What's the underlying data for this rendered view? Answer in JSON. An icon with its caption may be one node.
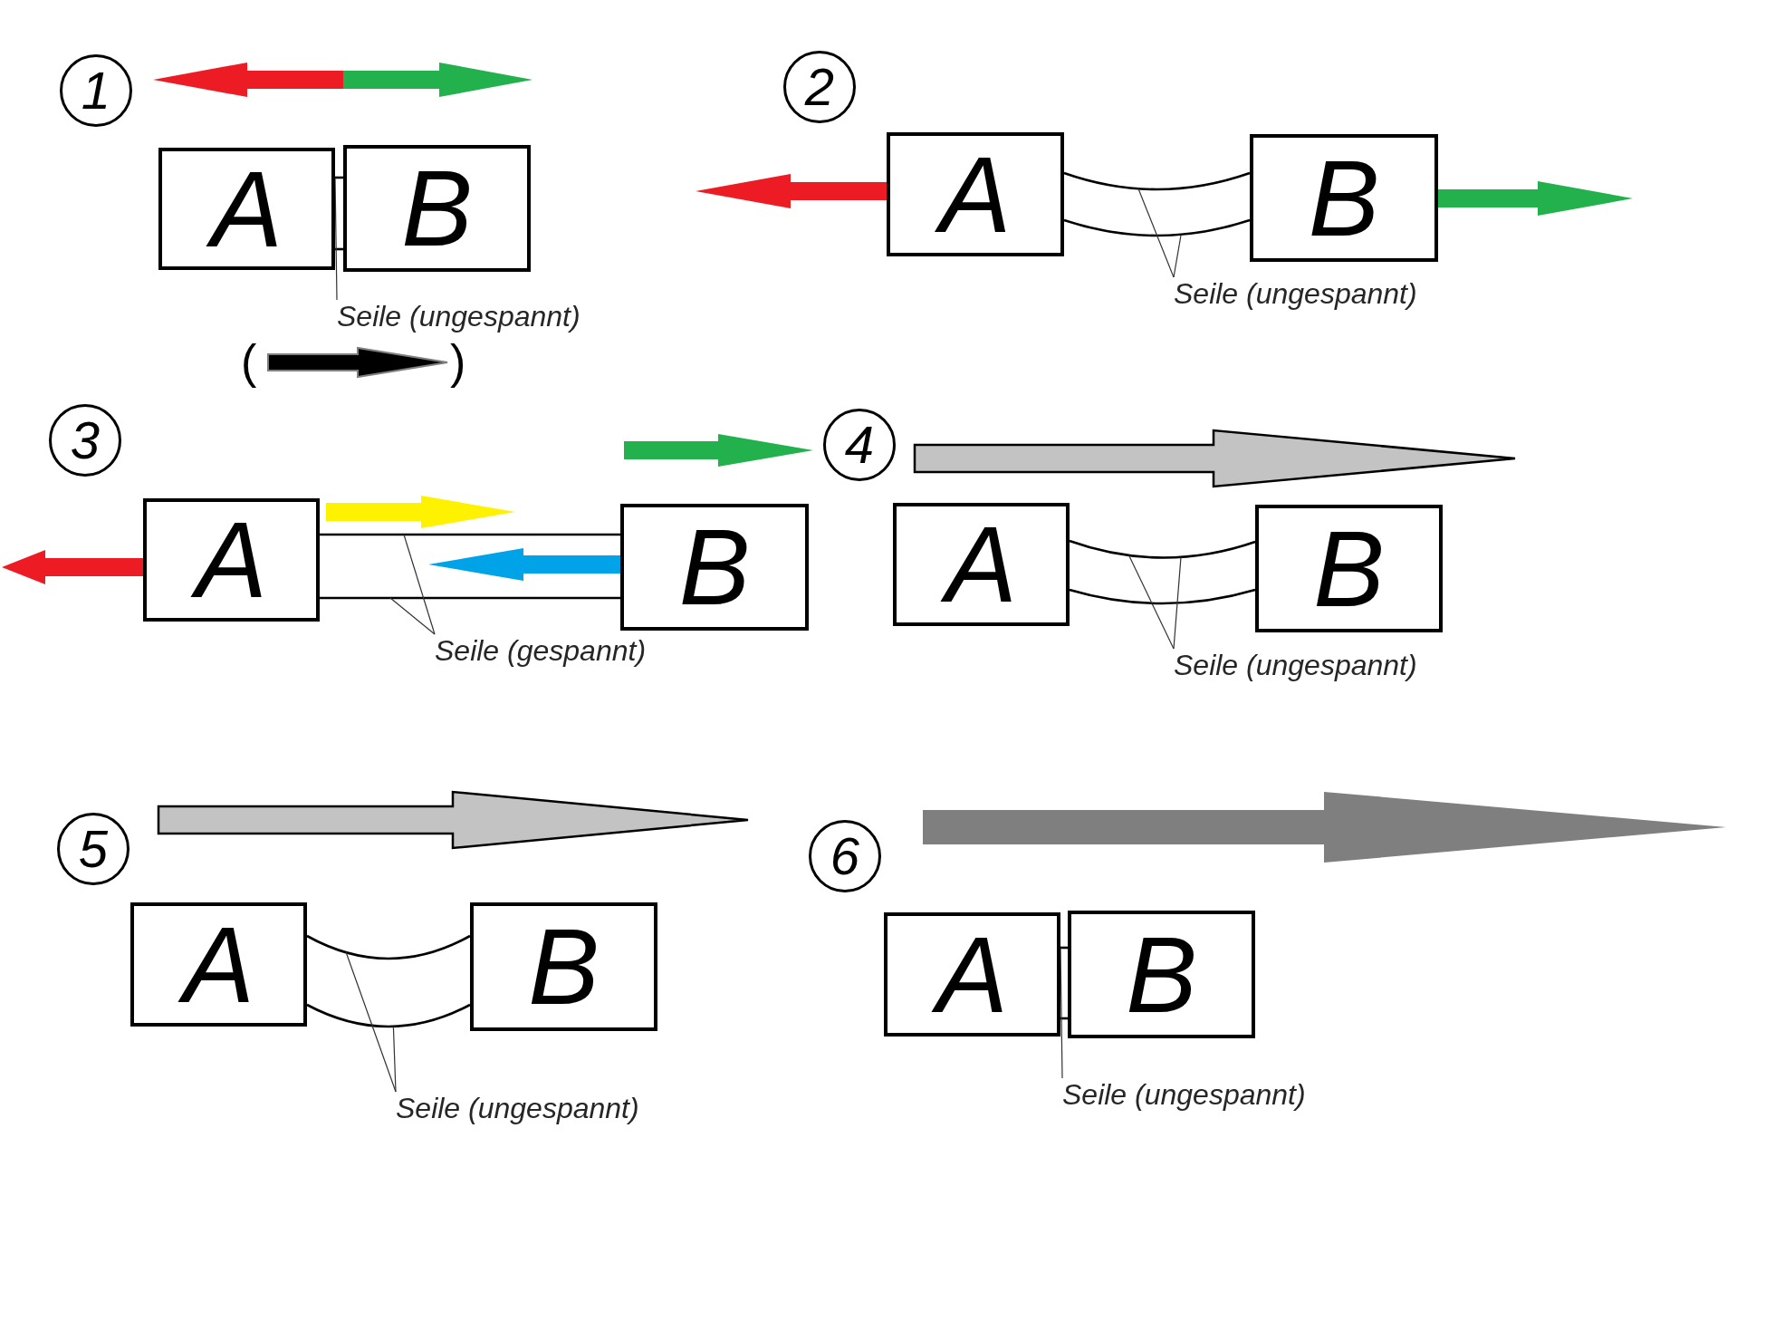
{
  "diagram": {
    "nodes": [
      {
        "text": [
          "1"
        ]
      },
      {
        "text": [
          "A"
        ]
      },
      {
        "text": [
          "B"
        ]
      },
      {
        "text": [
          "Seile (ungespannt)"
        ]
      },
      {
        "text": [
          "2"
        ]
      },
      {
        "text": [
          "A"
        ]
      },
      {
        "text": [
          "B"
        ]
      },
      {
        "text": [
          "Seile (ungespannt)"
        ]
      },
      {
        "text": [
          "3"
        ]
      },
      {
        "text": [
          "A"
        ]
      },
      {
        "text": [
          "B"
        ]
      },
      {
        "text": [
          "Seile (gespannt)"
        ]
      },
      {
        "text": [
          "4"
        ]
      },
      {
        "text": [
          "A"
        ]
      },
      {
        "text": [
          "B"
        ]
      },
      {
        "text": [
          "Seile (ungespannt)"
        ]
      },
      {
        "text": [
          "5"
        ]
      },
      {
        "text": [
          "A"
        ]
      },
      {
        "text": [
          "B"
        ]
      },
      {
        "text": [
          "Seile (ungespannt)"
        ]
      },
      {
        "text": [
          "6"
        ]
      },
      {
        "text": [
          "A"
        ]
      },
      {
        "text": [
          "B"
        ]
      },
      {
        "text": [
          "Seile (ungespannt)"
        ]
      }
    ],
    "edges": [
      {
        "from": 1,
        "to": 2,
        "arrow": "none"
      },
      {
        "from": 1,
        "to": 2,
        "arrow": "none"
      },
      {
        "from": 3,
        "to": 1,
        "arrow": "none"
      },
      {
        "from": 5,
        "to": 6,
        "arrow": "none"
      },
      {
        "from": 5,
        "to": 6,
        "arrow": "none"
      },
      {
        "from": 7,
        "to": null,
        "arrow": "none"
      },
      {
        "from": 7,
        "to": null,
        "arrow": "none"
      },
      {
        "from": 9,
        "to": 10,
        "arrow": "none"
      },
      {
        "from": 9,
        "to": 10,
        "arrow": "none"
      },
      {
        "from": 11,
        "to": null,
        "arrow": "none"
      },
      {
        "from": 11,
        "to": null,
        "arrow": "none"
      },
      {
        "from": 13,
        "to": 14,
        "arrow": "none"
      },
      {
        "from": 13,
        "to": 14,
        "arrow": "none"
      },
      {
        "from": 15,
        "to": null,
        "arrow": "none"
      },
      {
        "from": 15,
        "to": null,
        "arrow": "none"
      },
      {
        "from": 17,
        "to": 18,
        "arrow": "none"
      },
      {
        "from": 17,
        "to": 18,
        "arrow": "none"
      },
      {
        "from": 19,
        "to": null,
        "arrow": "none"
      },
      {
        "from": 19,
        "to": null,
        "arrow": "none"
      },
      {
        "from": 21,
        "to": 22,
        "arrow": "none"
      },
      {
        "from": 21,
        "to": 22,
        "arrow": "none"
      },
      {
        "from": 23,
        "to": 21,
        "arrow": "none"
      }
    ],
    "labels": [
      "(",
      ")"
    ]
  }
}
